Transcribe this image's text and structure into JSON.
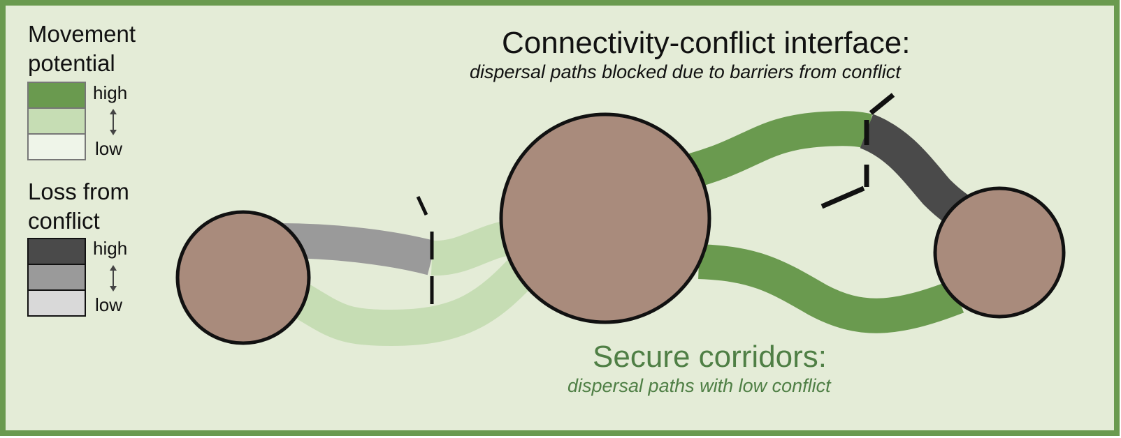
{
  "colors": {
    "background": "#e4ecd7",
    "frame": "#6a9a4f",
    "patch_fill": "#a98b7c",
    "movement_high": "#6a9a4f",
    "movement_mid": "#c6ddb4",
    "movement_low": "#eff5e9",
    "loss_high": "#4a4a4a",
    "loss_mid": "#9a9a9a",
    "loss_low": "#d9d9d9",
    "secure_text": "#4f7f45"
  },
  "legend": {
    "movement": {
      "title_line1": "Movement",
      "title_line2": "potential",
      "high": "high",
      "low": "low"
    },
    "loss": {
      "title_line1": "Loss from",
      "title_line2": "conflict",
      "high": "high",
      "low": "low"
    }
  },
  "interface": {
    "title": "Connectivity-conflict interface:",
    "subtitle": "dispersal paths blocked due to barriers from conflict"
  },
  "secure": {
    "title": "Secure corridors:",
    "subtitle": "dispersal paths with low conflict"
  },
  "icons": [
    "double-arrow-icon",
    "barrier-dash-icon"
  ]
}
